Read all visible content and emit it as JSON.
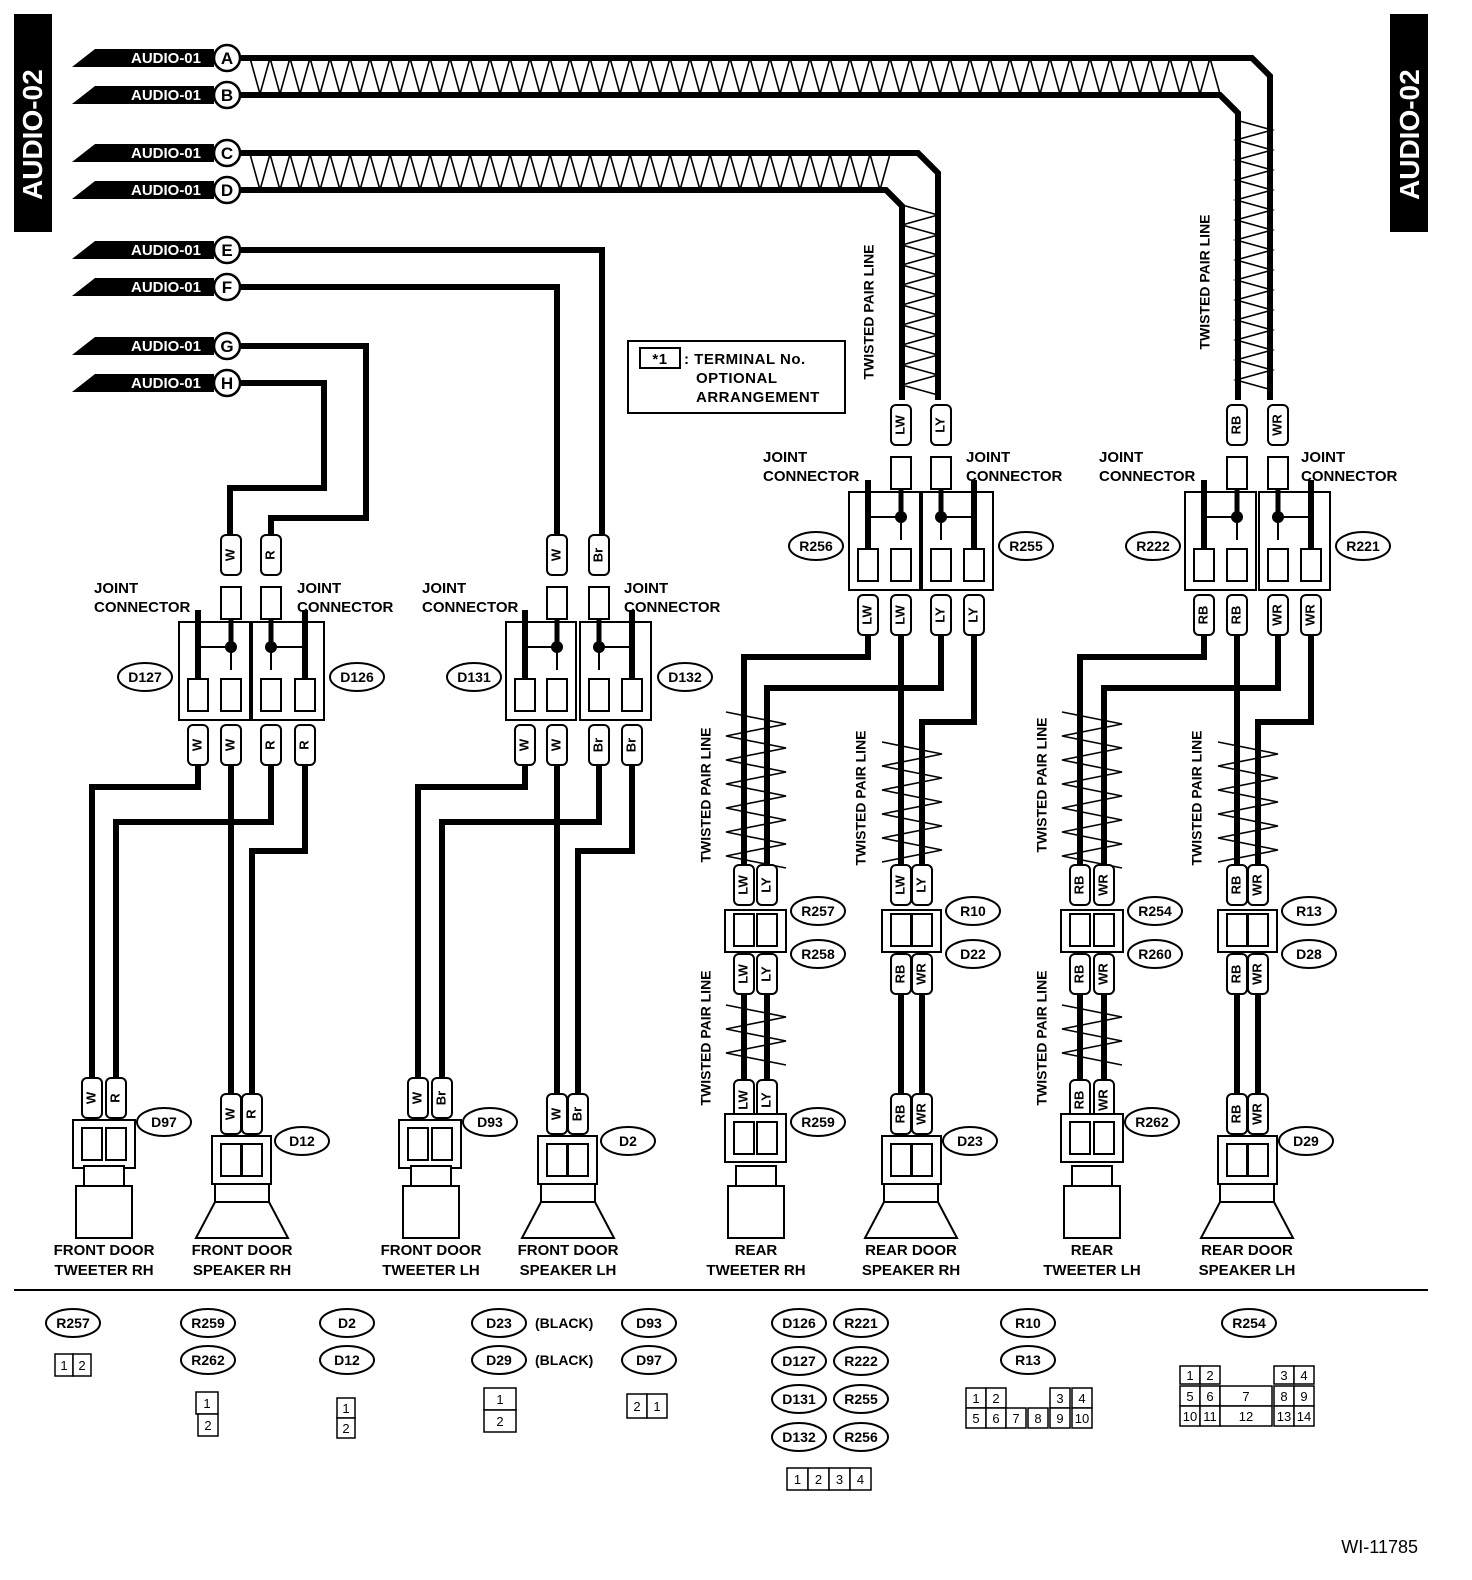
{
  "side_tab_left": "AUDIO-02",
  "side_tab_right": "AUDIO-02",
  "inputs": [
    {
      "ref": "AUDIO-01",
      "letter": "A"
    },
    {
      "ref": "AUDIO-01",
      "letter": "B"
    },
    {
      "ref": "AUDIO-01",
      "letter": "C"
    },
    {
      "ref": "AUDIO-01",
      "letter": "D"
    },
    {
      "ref": "AUDIO-01",
      "letter": "E"
    },
    {
      "ref": "AUDIO-01",
      "letter": "F"
    },
    {
      "ref": "AUDIO-01",
      "letter": "G"
    },
    {
      "ref": "AUDIO-01",
      "letter": "H"
    }
  ],
  "legend": {
    "key": "*1",
    "line1": ": TERMINAL No.",
    "line2": "OPTIONAL",
    "line3": "ARRANGEMENT"
  },
  "joint_connector": {
    "line1": "JOINT",
    "line2": "CONNECTOR"
  },
  "twisted_pair": "TWISTED PAIR LINE",
  "star_terminal": "*1",
  "wire_colors": {
    "W": "W",
    "R": "R",
    "Br": "Br",
    "LW": "LW",
    "LY": "LY",
    "RB": "RB",
    "WR": "WR"
  },
  "connectors": {
    "D127": "D127",
    "D126": "D126",
    "D131": "D131",
    "D132": "D132",
    "R256": "R256",
    "R255": "R255",
    "R222": "R222",
    "R221": "R221",
    "R257": "R257",
    "R258": "R258",
    "R259": "R259",
    "R10": "R10",
    "D22": "D22",
    "D23": "D23",
    "R254": "R254",
    "R260": "R260",
    "R262": "R262",
    "R13": "R13",
    "D28": "D28",
    "D29": "D29",
    "D97": "D97",
    "D12": "D12",
    "D93": "D93",
    "D2": "D2"
  },
  "pins": {
    "p1": "1",
    "p2": "2",
    "p6": "6",
    "p7": "7"
  },
  "devices": [
    {
      "line1": "FRONT DOOR",
      "line2": "TWEETER RH"
    },
    {
      "line1": "FRONT DOOR",
      "line2": "SPEAKER RH"
    },
    {
      "line1": "FRONT DOOR",
      "line2": "TWEETER LH"
    },
    {
      "line1": "FRONT DOOR",
      "line2": "SPEAKER LH"
    },
    {
      "line1": "REAR",
      "line2": "TWEETER RH"
    },
    {
      "line1": "REAR DOOR",
      "line2": "SPEAKER RH"
    },
    {
      "line1": "REAR",
      "line2": "TWEETER LH"
    },
    {
      "line1": "REAR DOOR",
      "line2": "SPEAKER LH"
    }
  ],
  "footer_black": "(BLACK)",
  "footer_pins_r254": [
    "1",
    "2",
    "3",
    "4",
    "5",
    "6",
    "7",
    "8",
    "9",
    "10",
    "11",
    "12",
    "13",
    "14"
  ],
  "footer_pins_r10": [
    "1",
    "2",
    "3",
    "4",
    "5",
    "6",
    "7",
    "8",
    "9",
    "10"
  ],
  "footer_pins_4": [
    "1",
    "2",
    "3",
    "4"
  ],
  "figure_id": "WI-11785"
}
